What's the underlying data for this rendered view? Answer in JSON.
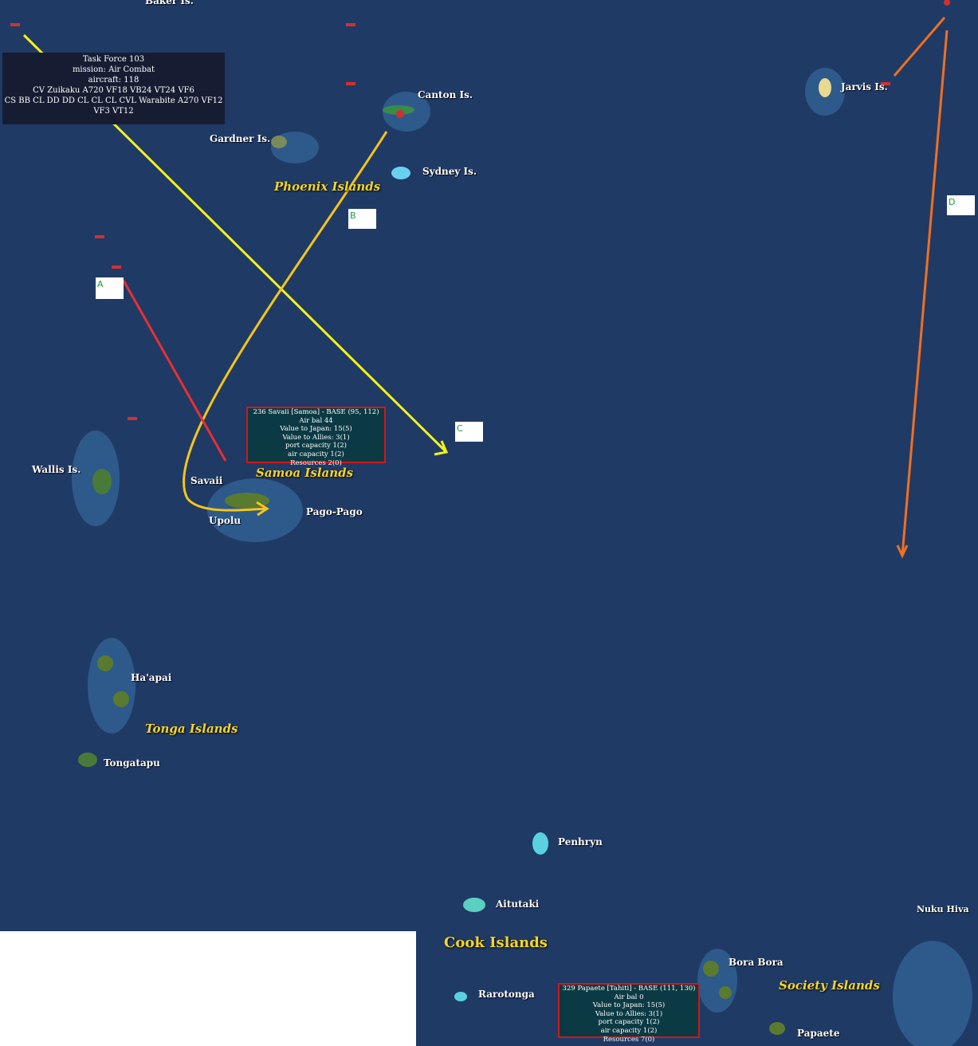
{
  "islands": {
    "baker": "Baker Is.",
    "canton": "Canton Is.",
    "gardner": "Gardner Is.",
    "sydney": "Sydney Is.",
    "jarvis": "Jarvis Is.",
    "wallis": "Wallis Is.",
    "savaii": "Savaii",
    "upolu": "Upolu",
    "pago": "Pago-Pago",
    "haapai": "Ha'apai",
    "tongatapu": "Tongatapu",
    "penhryn": "Penhryn",
    "aitutaki": "Aitutaki",
    "rarotonga": "Rarotonga",
    "borabora": "Bora Bora",
    "papaete": "Papaete",
    "nukuhiva": "Nuku Hiva"
  },
  "regions": {
    "phoenix": "Phoenix Islands",
    "samoa": "Samoa Islands",
    "tonga": "Tonga Islands",
    "cook": "Cook Islands",
    "society": "Society Islands"
  },
  "task_force": {
    "lines": [
      "Task Force 103",
      "mission: Air Combat",
      "aircraft: 118",
      "CV Zuikaku A720 VF18 VB24 VT24 VF6",
      "CS BB CL DD DD CL CL CL CVL Warabite A270 VF12 VF3 VT12"
    ]
  },
  "base_savaii": {
    "lines": [
      "236 Savaii [Samoa] - BASE (95, 112) Air bal 44",
      "Value to Japan: 15(5)",
      "Value to Allies: 3(1)",
      "port capacity 1(2)",
      "air capacity 1(2)",
      "Resources 2(0)"
    ]
  },
  "base_papaete": {
    "lines": [
      "329 Papaete [Tahiti] - BASE (111, 130) Air bal 0",
      "Value to Japan: 15(5)",
      "Value to Allies: 3(1)",
      "port capacity 1(2)",
      "air capacity 1(2)",
      "Resources 7(0)"
    ]
  },
  "markers": {
    "a": "A",
    "b": "B",
    "c": "C",
    "d": "D"
  },
  "colors": {
    "ocean": "#203a66",
    "route_yellow": "#f2f21a",
    "route_gold": "#f5c518",
    "route_red": "#e83030",
    "route_orange": "#f07020"
  }
}
